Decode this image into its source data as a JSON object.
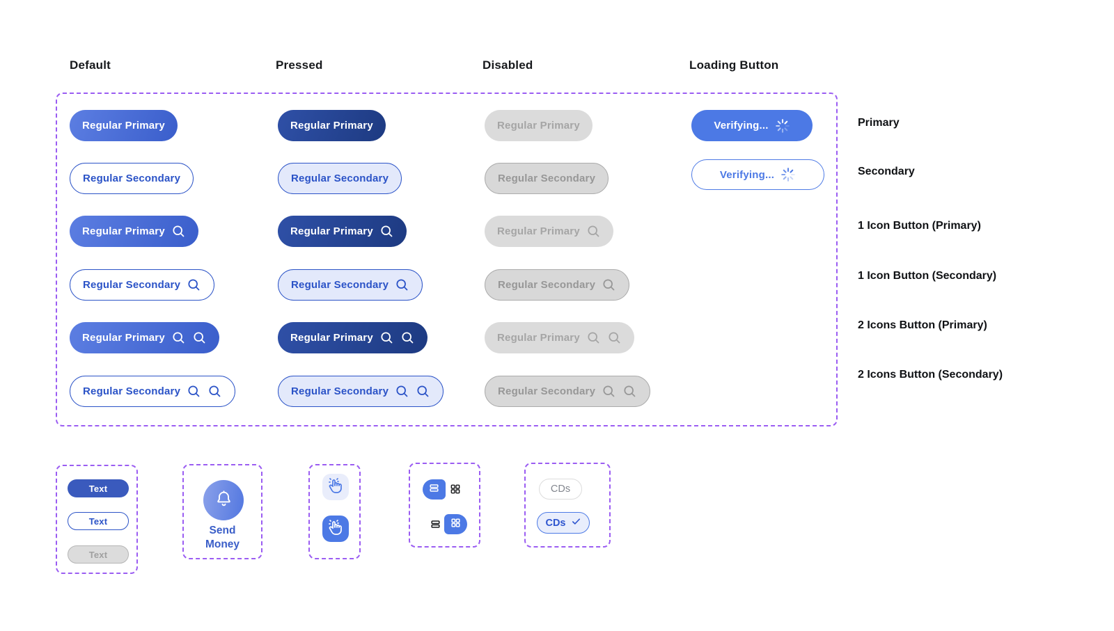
{
  "headers": {
    "default": "Default",
    "pressed": "Pressed",
    "disabled": "Disabled",
    "loading": "Loading Button"
  },
  "row_labels": [
    "Primary",
    "Secondary",
    "1 Icon Button (Primary)",
    "1 Icon Button (Secondary)",
    "2 Icons Button (Primary)",
    "2 Icons Button (Secondary)"
  ],
  "buttons": {
    "primary": "Regular Primary",
    "secondary": "Regular Secondary",
    "verifying": "Verifying..."
  },
  "mini": {
    "text_pill": "Text",
    "send_money": "Send Money",
    "chip": "CDs"
  },
  "icons": {
    "search": "magnifying-glass",
    "spinner": "loading-spinner",
    "bell": "notification-bell",
    "hand": "tap-click-hand",
    "list": "list-view",
    "grid": "grid-view",
    "check": "checkmark"
  },
  "colors": {
    "primary_gradient_start": "#5c7ee2",
    "primary_gradient_end": "#3a5ecb",
    "pressed_gradient_start": "#2f50a7",
    "pressed_gradient_end": "#1d3a81",
    "secondary_blue": "#2b53c7",
    "pressed_secondary_bg": "#e3e9fb",
    "disabled_bg": "#dbdbdb",
    "disabled_text": "#a5a5a5",
    "loading_blue": "#4c79e5",
    "dashed_border_purple": "#9b5df2",
    "selected_chip_bg": "#e9eefc"
  }
}
